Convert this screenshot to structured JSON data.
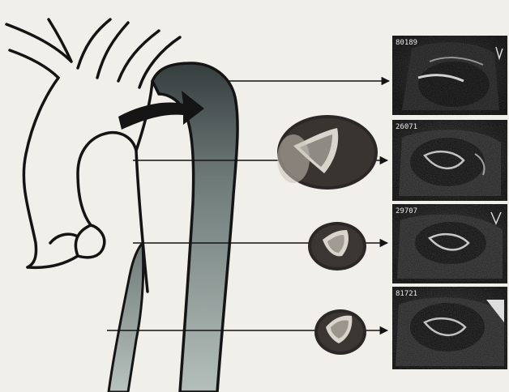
{
  "panels": [
    {
      "id": "panel-1",
      "label": "80189"
    },
    {
      "id": "panel-2",
      "label": "26071"
    },
    {
      "id": "panel-3",
      "label": "29707"
    },
    {
      "id": "panel-4",
      "label": "81721"
    }
  ],
  "colors": {
    "background": "#f1efe9",
    "outline": "#141414",
    "dissection_dark": "#353d3d",
    "dissection_light": "#aeb8b4",
    "ultrasound_bg": "#0d0d0d",
    "specimen_dark": "#2b2726",
    "specimen_light": "#d9d4cc"
  }
}
